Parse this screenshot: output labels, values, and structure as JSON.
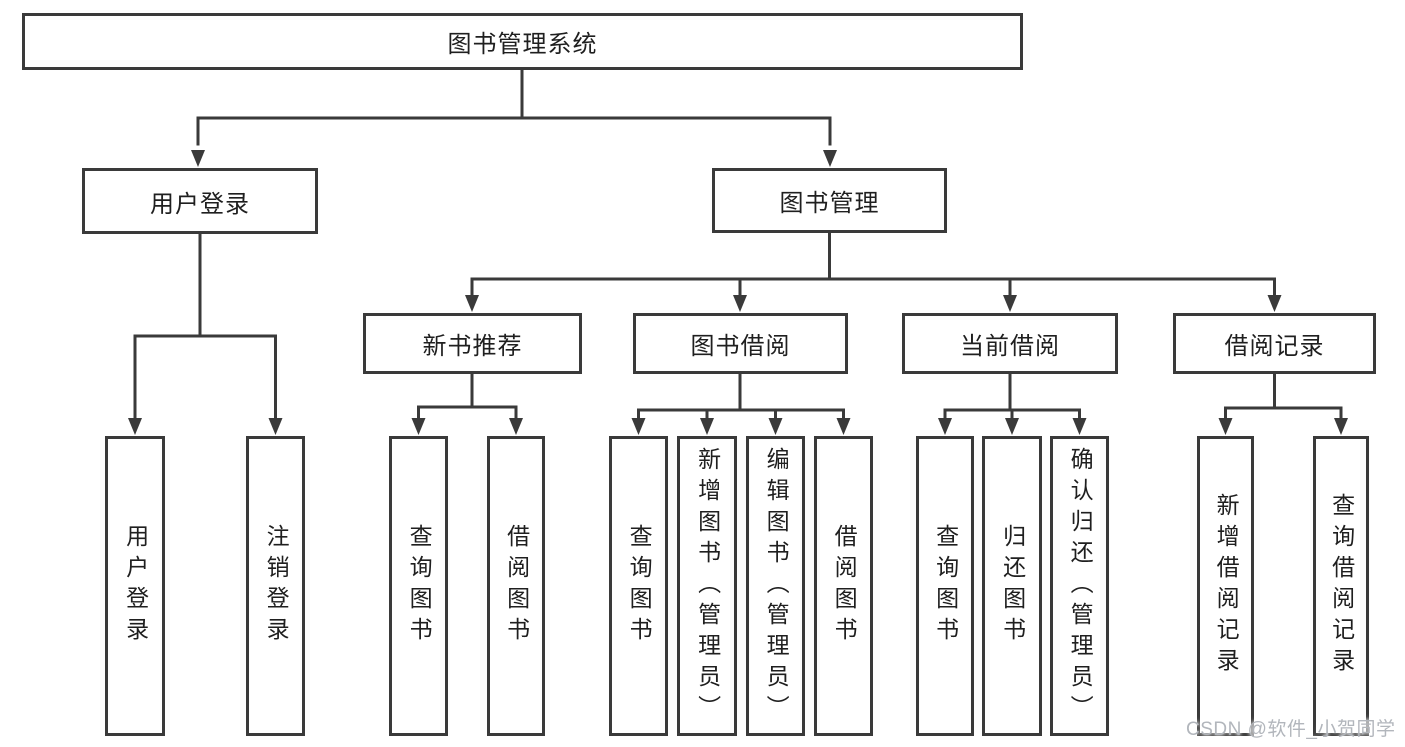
{
  "diagram_type": "hierarchy-tree",
  "structure": {
    "root": "图书管理系统",
    "children": [
      {
        "label": "用户登录",
        "children": [
          "用户登录",
          "注销登录"
        ]
      },
      {
        "label": "图书管理",
        "children": [
          {
            "label": "新书推荐",
            "children": [
              "查询图书",
              "借阅图书"
            ]
          },
          {
            "label": "图书借阅",
            "children": [
              "查询图书",
              "新增图书（管理员）",
              "编辑图书（管理员）",
              "借阅图书"
            ]
          },
          {
            "label": "当前借阅",
            "children": [
              "查询图书",
              "归还图书",
              "确认归还（管理员）"
            ]
          },
          {
            "label": "借阅记录",
            "children": [
              "新增借阅记录",
              "查询借阅记录"
            ]
          }
        ]
      }
    ]
  },
  "watermark": {
    "text": "CSDN @软件_小贺同学"
  },
  "colors": {
    "background": "#ffffff",
    "box_border": "#3a3a3a",
    "connector_line": "#3a3a3a",
    "text": "#1f1f1f",
    "watermark_text": "#b2b6bc"
  }
}
